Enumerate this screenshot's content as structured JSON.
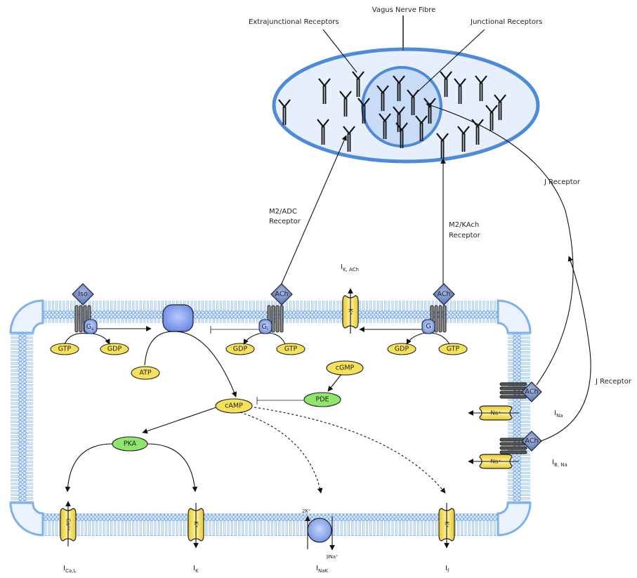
{
  "title_labels": {
    "vagus_nerve_fibre": "Vagus Nerve Fibre",
    "extrajunctional_receptors": "Extrajunctional Receptors",
    "junctional_receptors": "Junctional Receptors"
  },
  "pathway_labels": {
    "m2_adc": [
      "M2/ADC",
      "Receptor"
    ],
    "m2_kach": [
      "M2/KAch",
      "Receptor"
    ],
    "j_receptor_upper": "J Receptor",
    "j_receptor_lower": "J Receptor"
  },
  "ligands": {
    "iso": "Iso",
    "ach_1": "ACh",
    "ach_2": "ACh",
    "ach_3": "ACh",
    "ach_4": "ACh"
  },
  "g_proteins": {
    "gs": {
      "main": "G",
      "sub": "s"
    },
    "gi": {
      "main": "G",
      "sub": "i"
    },
    "g": {
      "main": "G",
      "sub": ""
    }
  },
  "molecules": {
    "gtp_1": "GTP",
    "gdp_1": "GDP",
    "atp": "ATP",
    "gdp_2": "GDP",
    "gtp_2": "GTP",
    "gdp_3": "GDP",
    "gtp_3": "GTP",
    "camp": "cAMP",
    "cgmp": "cGMP",
    "pde": "PDE",
    "pka": "PKA"
  },
  "channels": {
    "k_ach": "K⁺",
    "ca_l": "Ca²⁺",
    "k": "K⁺",
    "f": "K⁺",
    "na_1": "Na⁺",
    "na_2": "Na⁺"
  },
  "pump": {
    "out_label": "2K⁺",
    "in_label": "3Na⁺"
  },
  "currents": {
    "i_k_ach": {
      "main": "I",
      "sub": "K, ACh"
    },
    "i_ca_l": {
      "main": "I",
      "sub": "Ca,L"
    },
    "i_k": {
      "main": "I",
      "sub": "K"
    },
    "i_nak": {
      "main": "I",
      "sub": "NaK"
    },
    "i_f": {
      "main": "I",
      "sub": "f"
    },
    "i_na": {
      "main": "I",
      "sub": "Na"
    },
    "i_b_na": {
      "main": "I",
      "sub": "B, Na"
    }
  },
  "colors": {
    "membrane": "#7fb0ea",
    "membrane_dark": "#5b93d9",
    "nerve_fill": "#e6effb",
    "nerve_stroke": "#4d8ad8",
    "junction_fill": "#c8dcf8",
    "yellow_fill": "#f6e25a",
    "green_fill": "#8ee66a",
    "blue_node": "#7f9fe8",
    "diamond": "#6a86c0"
  }
}
